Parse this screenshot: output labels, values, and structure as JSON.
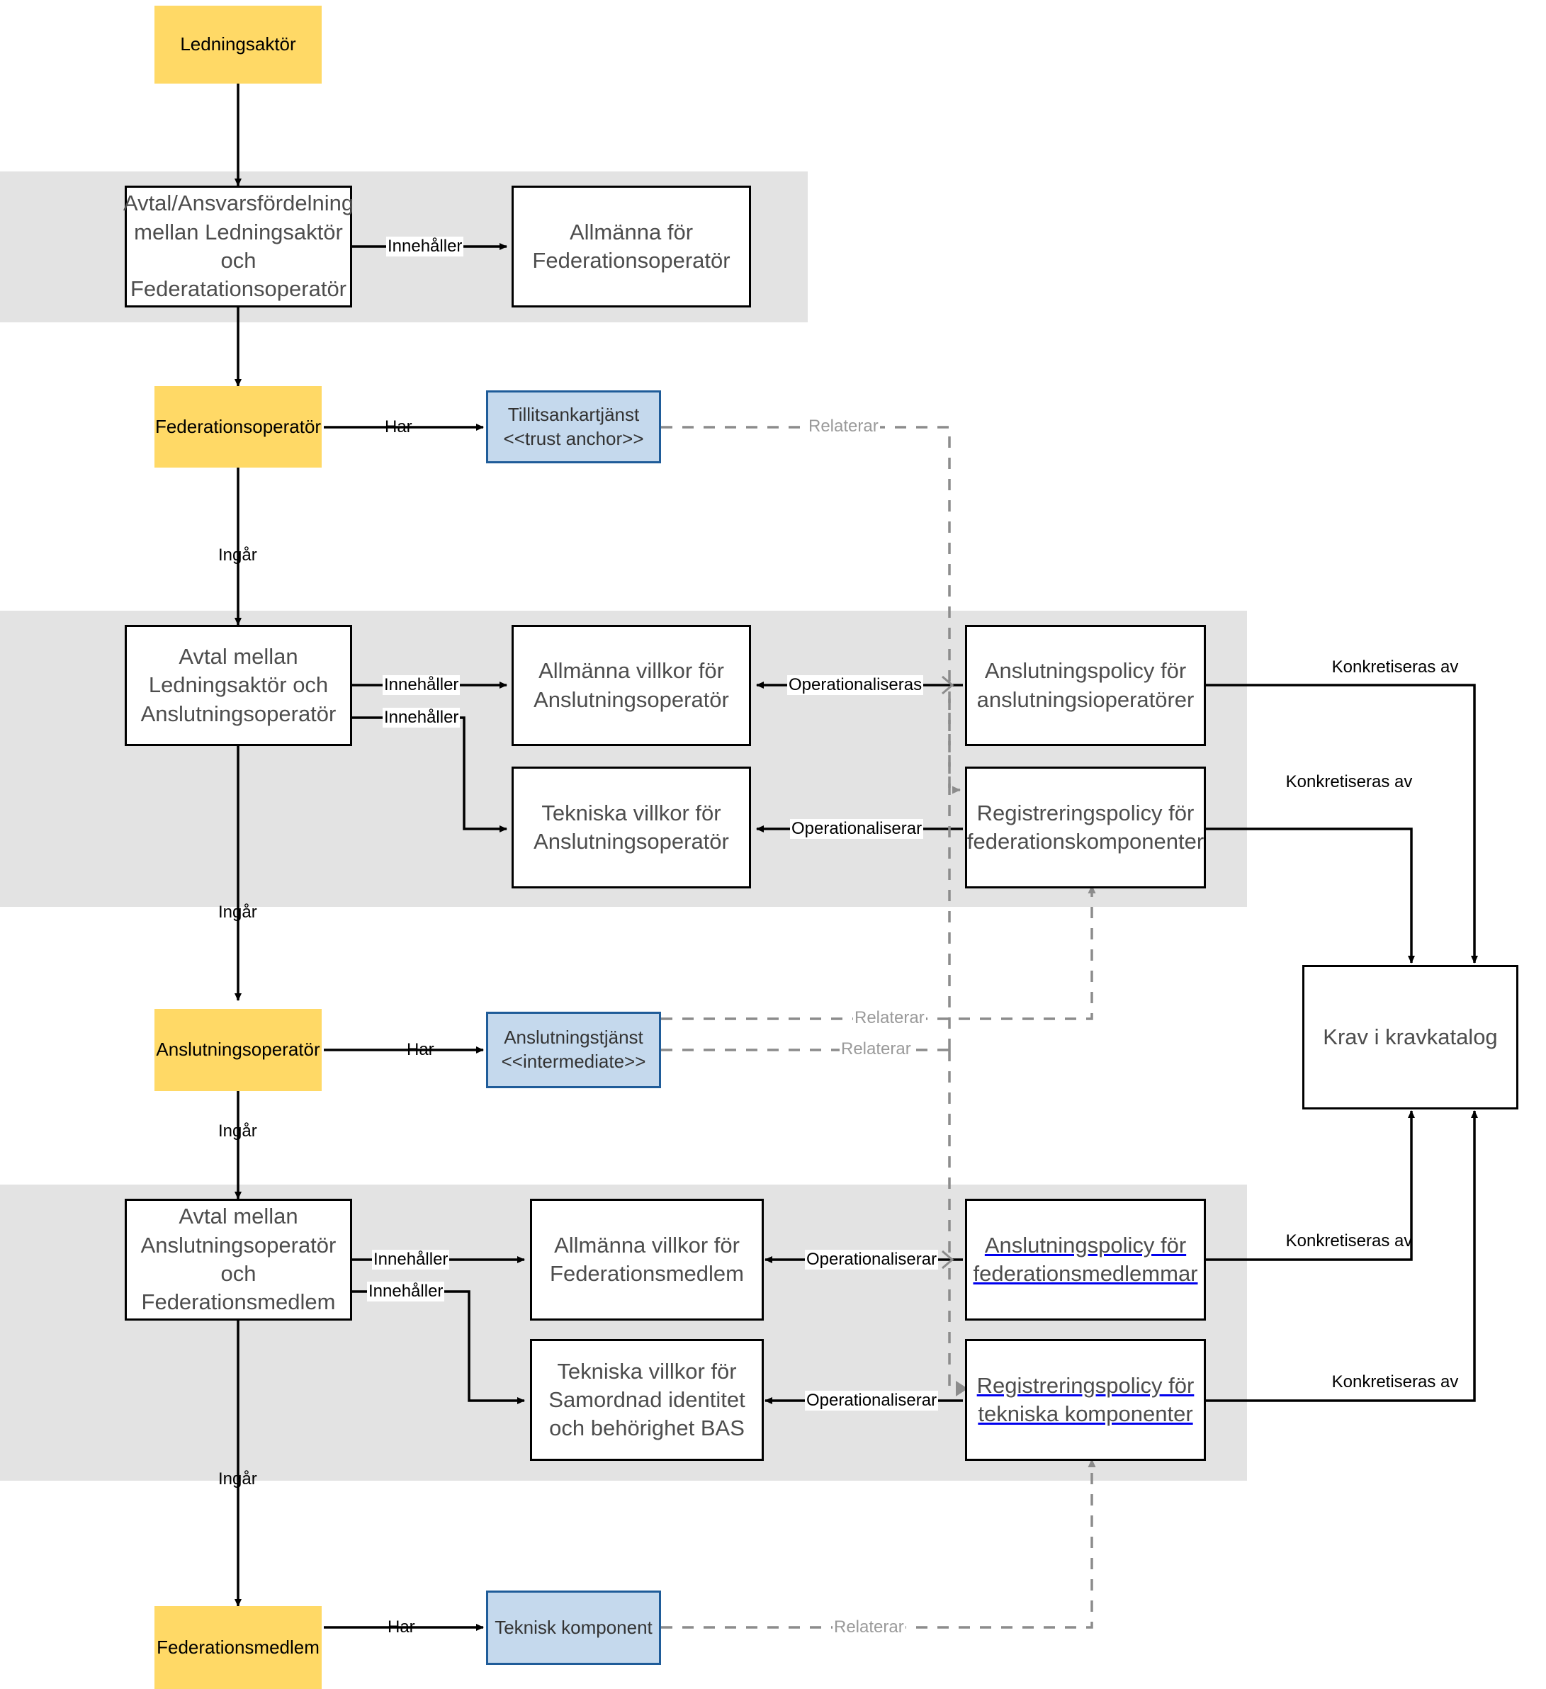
{
  "diagram": {
    "title": "Federationsmodell - avtal, policyer och krav",
    "colors": {
      "band": "#e3e3e3",
      "actor_fill": "#ffd966",
      "service_fill": "#c5d9ed",
      "service_border": "#1f5c99",
      "box_fill": "#ffffff",
      "box_border": "#000000",
      "text": "#4d4d4d",
      "dashed_line": "#8c8c8c",
      "link_underline": "#0000ee"
    },
    "bands": [
      {
        "name": "band-federationsoperator-avtal"
      },
      {
        "name": "band-anslutningsoperator-avtal"
      },
      {
        "name": "band-federationsmedlem-avtal"
      }
    ],
    "nodes": {
      "ledningsaktor": {
        "label": "Ledningsaktör",
        "kind": "actor"
      },
      "avtal_ledning_federation": {
        "label": "Avtal/Ansvarsfördelning mellan Ledningsaktör och Federatationsoperatör",
        "kind": "document"
      },
      "allmanna_federationsoperator": {
        "label": "Allmänna för Federationsoperatör",
        "kind": "document"
      },
      "federationsoperator": {
        "label": "Federationsoperatör",
        "kind": "actor"
      },
      "tillitsankartjanst": {
        "label": "Tillitsankartjänst <<trust anchor>>",
        "line1": "Tillitsankartjänst",
        "line2": "<<trust anchor>>",
        "kind": "service"
      },
      "avtal_ledning_anslutning": {
        "label": "Avtal mellan Ledningsaktör och Anslutningsoperatör",
        "kind": "document"
      },
      "allmanna_villkor_anslutningsoperator": {
        "label": "Allmänna villkor för Anslutningsoperatör",
        "kind": "document"
      },
      "tekniska_villkor_anslutningsoperator": {
        "label": "Tekniska villkor för Anslutningsoperatör",
        "kind": "document"
      },
      "anslutningspolicy_anslutningsoperatorer": {
        "label": "Anslutningspolicy för anslutningsioperatörer",
        "kind": "document"
      },
      "registreringspolicy_federationskomponenter": {
        "label": "Registreringspolicy för federationskomponenter",
        "kind": "document"
      },
      "anslutningsoperator": {
        "label": "Anslutningsoperatör",
        "kind": "actor"
      },
      "anslutningstjanst": {
        "label": "Anslutningstjänst <<intermediate>>",
        "line1": "Anslutningstjänst",
        "line2": "<<intermediate>>",
        "kind": "service"
      },
      "avtal_anslutning_medlem": {
        "label": "Avtal mellan Anslutningsoperatör och Federationsmedlem",
        "kind": "document"
      },
      "allmanna_villkor_federationsmedlem": {
        "label": "Allmänna villkor för Federationsmedlem",
        "kind": "document"
      },
      "tekniska_villkor_bas": {
        "label": "Tekniska villkor för Samordnad identitet och behörighet BAS",
        "kind": "document"
      },
      "anslutningspolicy_federationsmedlemmar": {
        "label": "Anslutningspolicy för federationsmedlemmar",
        "kind": "document-link"
      },
      "registreringspolicy_tekniska_komponenter": {
        "label": "Registreringspolicy för tekniska komponenter",
        "kind": "document-link"
      },
      "federationsmedlem": {
        "label": "Federationsmedlem",
        "kind": "actor"
      },
      "teknisk_komponent": {
        "label": "Teknisk komponent",
        "kind": "service"
      },
      "krav_i_kravkatalog": {
        "label": "Krav i kravkatalog",
        "kind": "document"
      }
    },
    "edge_labels": {
      "innehaller_1": "Innehåller",
      "har_1": "Har",
      "ingar_1": "Ingår",
      "innehaller_2": "Innehåller",
      "innehaller_3": "Innehåller",
      "operationaliseras_1": "Operationaliseras",
      "operationaliserar_1": "Operationaliserar",
      "konkretiseras_av_1": "Konkretiseras av",
      "konkretiseras_av_2": "Konkretiseras av",
      "relaterar_1": "Relaterar",
      "ingar_2": "Ingår",
      "har_2": "Har",
      "relaterar_2": "Relaterar",
      "relaterar_3": "Relaterar",
      "ingar_3": "Ingår",
      "innehaller_4": "Innehåller",
      "innehaller_5": "Innehåller",
      "operationaliserar_2": "Operationaliserar",
      "operationaliserar_3": "Operationaliserar",
      "konkretiseras_av_3": "Konkretiseras av",
      "konkretiseras_av_4": "Konkretiseras av",
      "ingar_4": "Ingår",
      "har_3": "Har",
      "relaterar_4": "Relaterar"
    }
  }
}
